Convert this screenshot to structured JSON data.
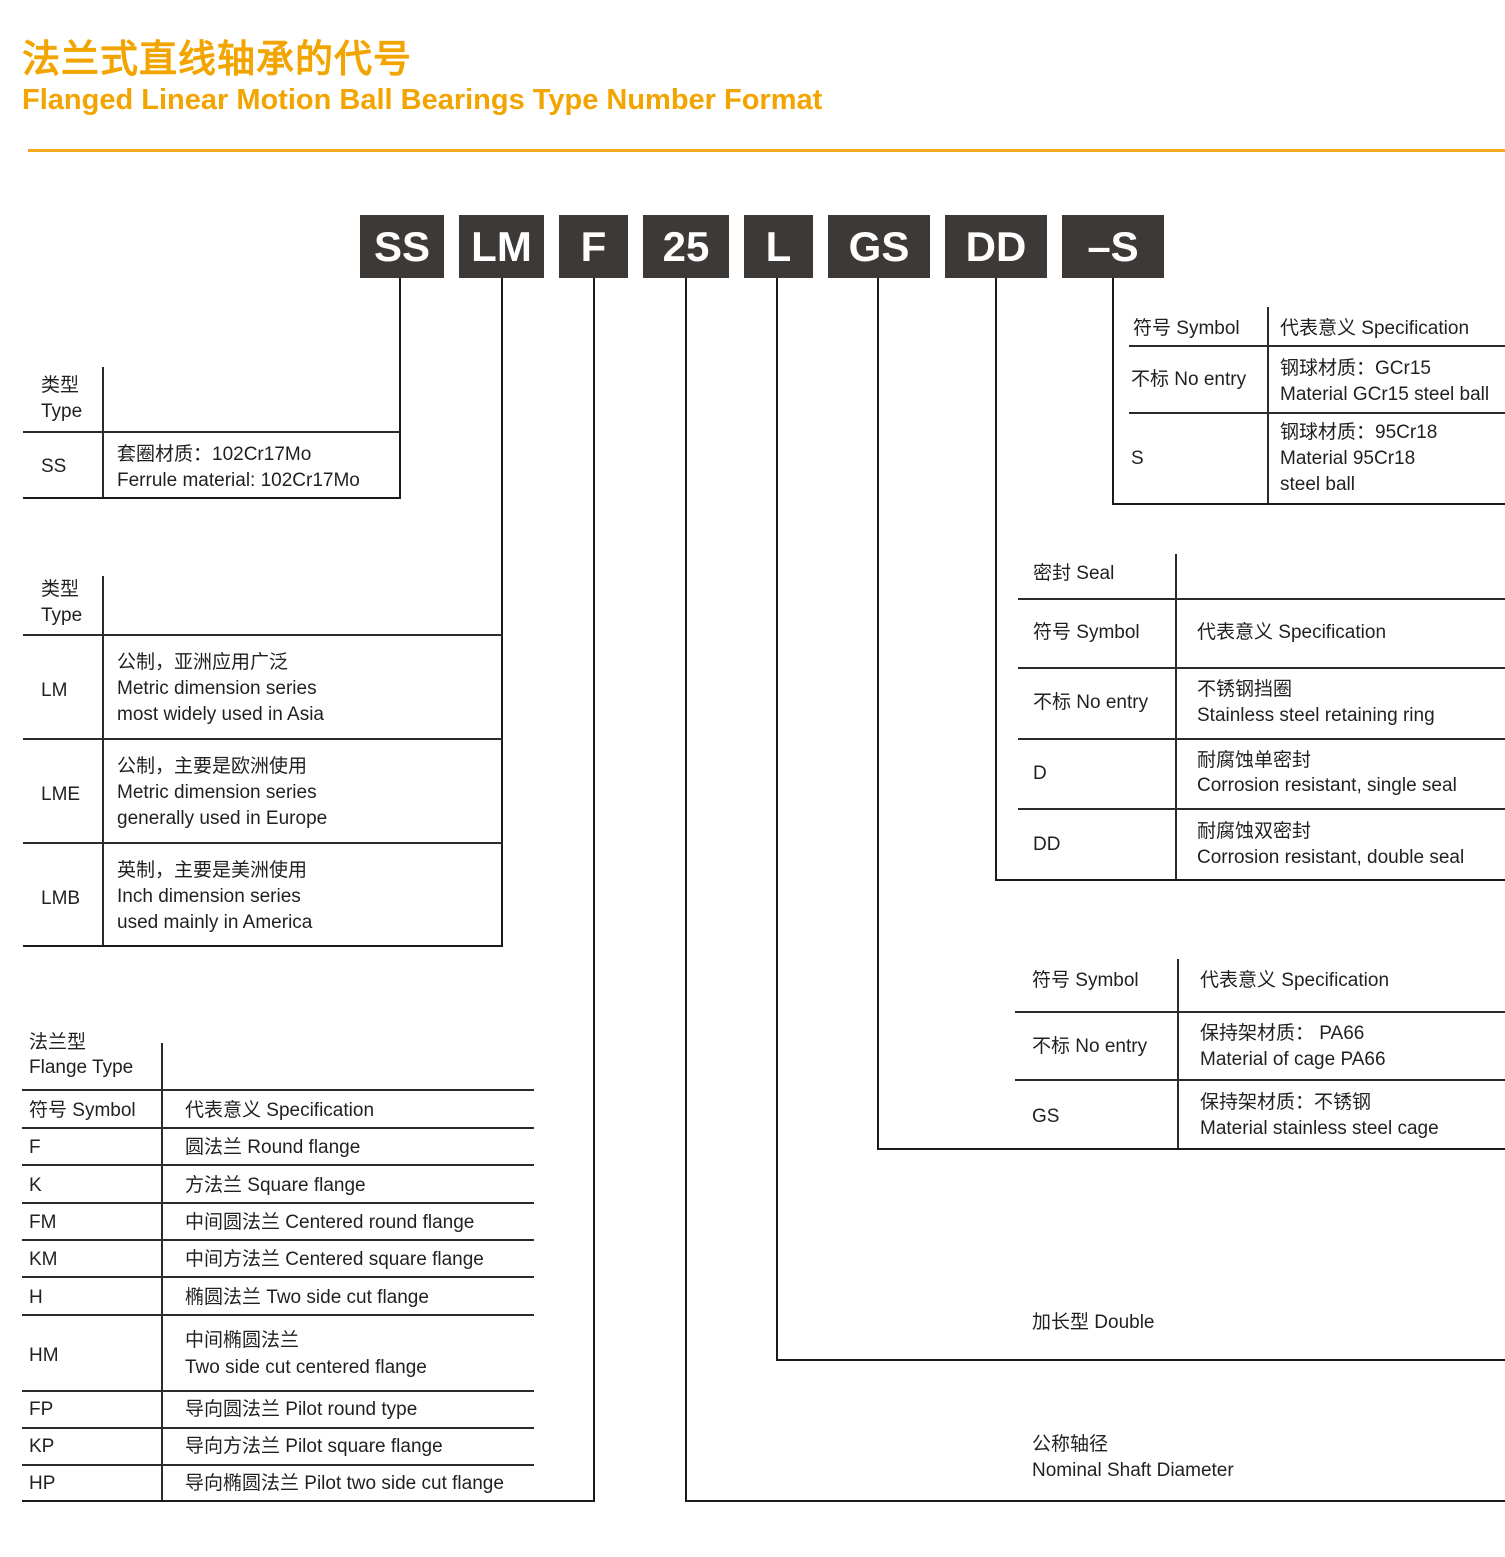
{
  "header": {
    "title_cn": "法兰式直线轴承的代号",
    "title_en": "Flanged Linear Motion Ball Bearings Type Number Format",
    "accent_color": "#f2a500"
  },
  "code_segments": [
    {
      "code": "SS"
    },
    {
      "code": "LM"
    },
    {
      "code": "F"
    },
    {
      "code": "25"
    },
    {
      "code": "L"
    },
    {
      "code": "GS"
    },
    {
      "code": "DD"
    },
    {
      "code": "–S"
    }
  ],
  "code_box_color": "#3d3937",
  "ss_table": {
    "header_cn": "类型",
    "header_en": "Type",
    "rows": [
      {
        "symbol": "SS",
        "spec_cn": "套圈材质：102Cr17Mo",
        "spec_en": "Ferrule material: 102Cr17Mo"
      }
    ]
  },
  "lm_table": {
    "header_cn": "类型",
    "header_en": "Type",
    "rows": [
      {
        "symbol": "LM",
        "spec_cn": "公制，亚洲应用广泛",
        "spec_en1": "Metric dimension series",
        "spec_en2": "most widely used in Asia"
      },
      {
        "symbol": "LME",
        "spec_cn": "公制，主要是欧洲使用",
        "spec_en1": "Metric dimension series",
        "spec_en2": "generally used in Europe"
      },
      {
        "symbol": "LMB",
        "spec_cn": "英制，主要是美洲使用",
        "spec_en1": "Inch dimension series",
        "spec_en2": "used mainly in America"
      }
    ]
  },
  "flange_table": {
    "header_cn": "法兰型",
    "header_en": "Flange Type",
    "col_symbol": "符号 Symbol",
    "col_spec": "代表意义 Specification",
    "rows": [
      {
        "symbol": "F",
        "spec": "圆法兰 Round flange"
      },
      {
        "symbol": "K",
        "spec": "方法兰 Square flange"
      },
      {
        "symbol": "FM",
        "spec": "中间圆法兰 Centered round flange"
      },
      {
        "symbol": "KM",
        "spec": "中间方法兰 Centered square flange"
      },
      {
        "symbol": "H",
        "spec": "椭圆法兰 Two side cut flange"
      },
      {
        "symbol": "HM",
        "spec": "中间椭圆法兰",
        "spec2": "Two side cut centered flange"
      },
      {
        "symbol": "FP",
        "spec": "导向圆法兰 Pilot round type"
      },
      {
        "symbol": "KP",
        "spec": "导向方法兰 Pilot square flange"
      },
      {
        "symbol": "HP",
        "spec": "导向椭圆法兰 Pilot two side cut flange"
      }
    ]
  },
  "ball_table": {
    "col_symbol": "符号 Symbol",
    "col_spec": "代表意义 Specification",
    "rows": [
      {
        "symbol": "不标 No entry",
        "spec_cn": "钢球材质：GCr15",
        "spec_en1": "Material GCr15 steel ball"
      },
      {
        "symbol": "S",
        "spec_cn": "钢球材质：95Cr18",
        "spec_en1": "Material 95Cr18",
        "spec_en2": "steel ball"
      }
    ]
  },
  "seal_table": {
    "header": "密封 Seal",
    "col_symbol": "符号 Symbol",
    "col_spec": "代表意义 Specification",
    "rows": [
      {
        "symbol": "不标 No entry",
        "spec_cn": "不锈钢挡圈",
        "spec_en": "Stainless steel retaining ring"
      },
      {
        "symbol": "D",
        "spec_cn": "耐腐蚀单密封",
        "spec_en": "Corrosion resistant, single seal"
      },
      {
        "symbol": "DD",
        "spec_cn": "耐腐蚀双密封",
        "spec_en": "Corrosion resistant, double seal"
      }
    ]
  },
  "cage_table": {
    "col_symbol": "符号 Symbol",
    "col_spec": "代表意义  Specification",
    "rows": [
      {
        "symbol": "不标 No entry",
        "spec_cn": "保持架材质： PA66",
        "spec_en": "Material of cage PA66"
      },
      {
        "symbol": "GS",
        "spec_cn": "保持架材质：不锈钢",
        "spec_en": "Material stainless steel cage"
      }
    ]
  },
  "length_label": "加长型  Double",
  "shaft_label_cn": "公称轴径",
  "shaft_label_en": "Nominal Shaft Diameter"
}
